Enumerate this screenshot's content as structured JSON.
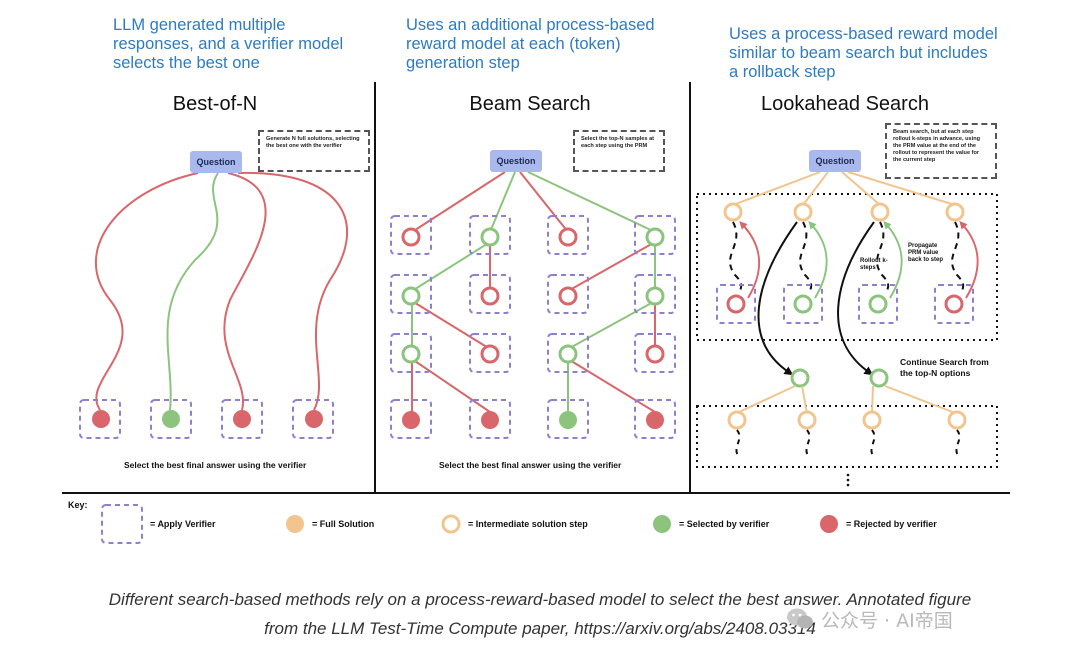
{
  "columns": [
    {
      "note": "LLM generated multiple responses, and a verifier model selects the best one",
      "title": "Best-of-N",
      "question_label": "Question",
      "side_note": "Generate N full solutions, selecting the best one with the verifier",
      "footer": "Select the best final answer using the verifier"
    },
    {
      "note": "Uses an additional process-based reward model at each (token) generation step",
      "title": "Beam Search",
      "question_label": "Question",
      "side_note": "Select the top-N samples at each step using the PRM",
      "footer": "Select the best final answer using the verifier"
    },
    {
      "note": "Uses a process-based reward model similar to beam search but includes a rollback step",
      "title": "Lookahead Search",
      "question_label": "Question",
      "side_note": "Beam search, but at each step rollout k-steps in advance, using the PRM value at the end of the rollout to represent the value for the current step",
      "rollout_label": "Rollout k-steps",
      "propagate_label": "Propagate PRM value back to step",
      "continue_label": "Continue Search from the top-N options"
    }
  ],
  "key": {
    "title": "Key:",
    "items": [
      {
        "label": "Apply Verifier"
      },
      {
        "label": "Full Solution"
      },
      {
        "label": "Intermediate solution step"
      },
      {
        "label": "Selected by verifier"
      },
      {
        "label": "Rejected by verifier"
      }
    ]
  },
  "caption": {
    "line1": "Different search-based methods rely on a process-reward-based model to select the best answer. Annotated figure",
    "line2": "from the LLM Test-Time Compute paper, https://arxiv.org/abs/2408.03314"
  },
  "watermark": "公众号 · AI帝国",
  "colors": {
    "red": "#d9666a",
    "green": "#8cc47e",
    "orange": "#f2c58f",
    "question": "#a9b9ee",
    "dash": "#8f7fcf",
    "note_blue": "#2e7bc0"
  }
}
